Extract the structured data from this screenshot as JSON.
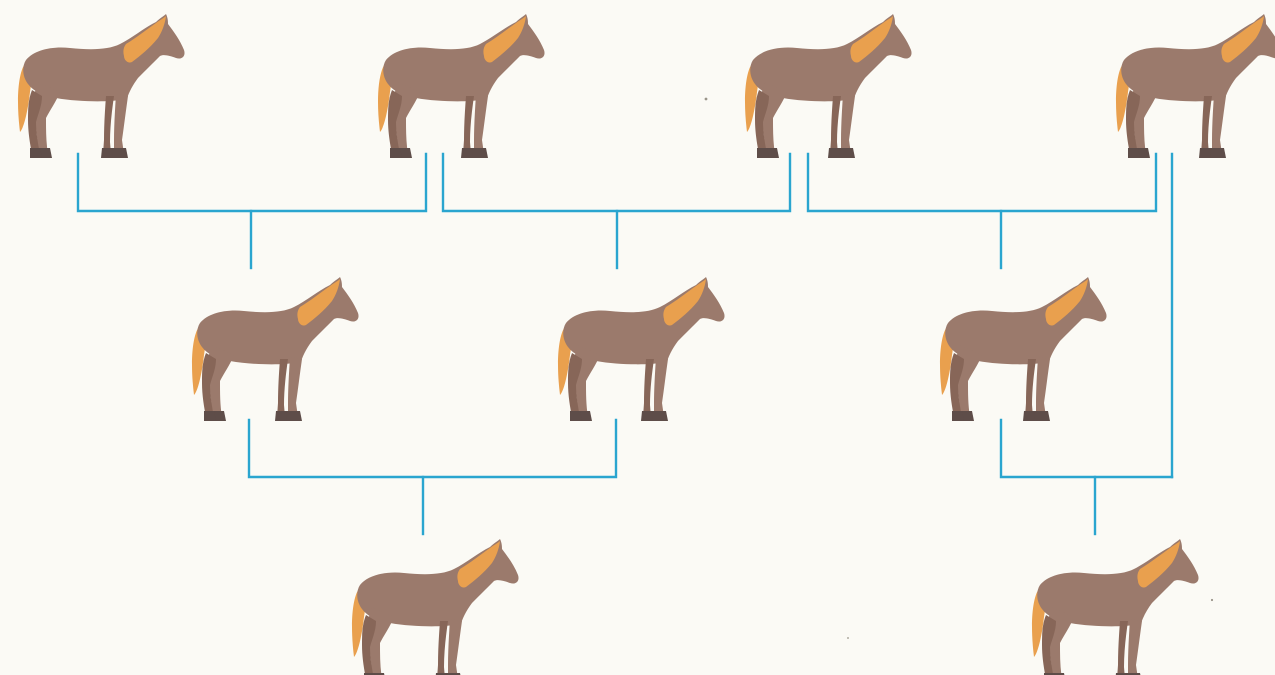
{
  "colors": {
    "background": "#fbfaf5",
    "connector": "#2aa5cf",
    "coat": "#9b7a6c",
    "coat_shade": "#876658",
    "mane": "#e9a04e",
    "hoof": "#5e4d49"
  },
  "horses": [
    {
      "id": "gen1-horse-1",
      "generation": 1,
      "icon": "horse-icon"
    },
    {
      "id": "gen1-horse-2",
      "generation": 1,
      "icon": "horse-icon"
    },
    {
      "id": "gen1-horse-3",
      "generation": 1,
      "icon": "horse-icon"
    },
    {
      "id": "gen1-horse-4",
      "generation": 1,
      "icon": "horse-icon"
    },
    {
      "id": "gen2-horse-1",
      "generation": 2,
      "icon": "horse-icon",
      "parents": [
        "gen1-horse-1",
        "gen1-horse-2"
      ]
    },
    {
      "id": "gen2-horse-2",
      "generation": 2,
      "icon": "horse-icon",
      "parents": [
        "gen1-horse-2",
        "gen1-horse-3"
      ]
    },
    {
      "id": "gen2-horse-3",
      "generation": 2,
      "icon": "horse-icon",
      "parents": [
        "gen1-horse-3",
        "gen1-horse-4"
      ]
    },
    {
      "id": "gen3-horse-1",
      "generation": 3,
      "icon": "horse-icon",
      "parents": [
        "gen2-horse-1",
        "gen2-horse-2"
      ]
    },
    {
      "id": "gen3-horse-2",
      "generation": 3,
      "icon": "horse-icon",
      "parents": [
        "gen2-horse-3",
        "gen1-horse-4"
      ]
    }
  ]
}
